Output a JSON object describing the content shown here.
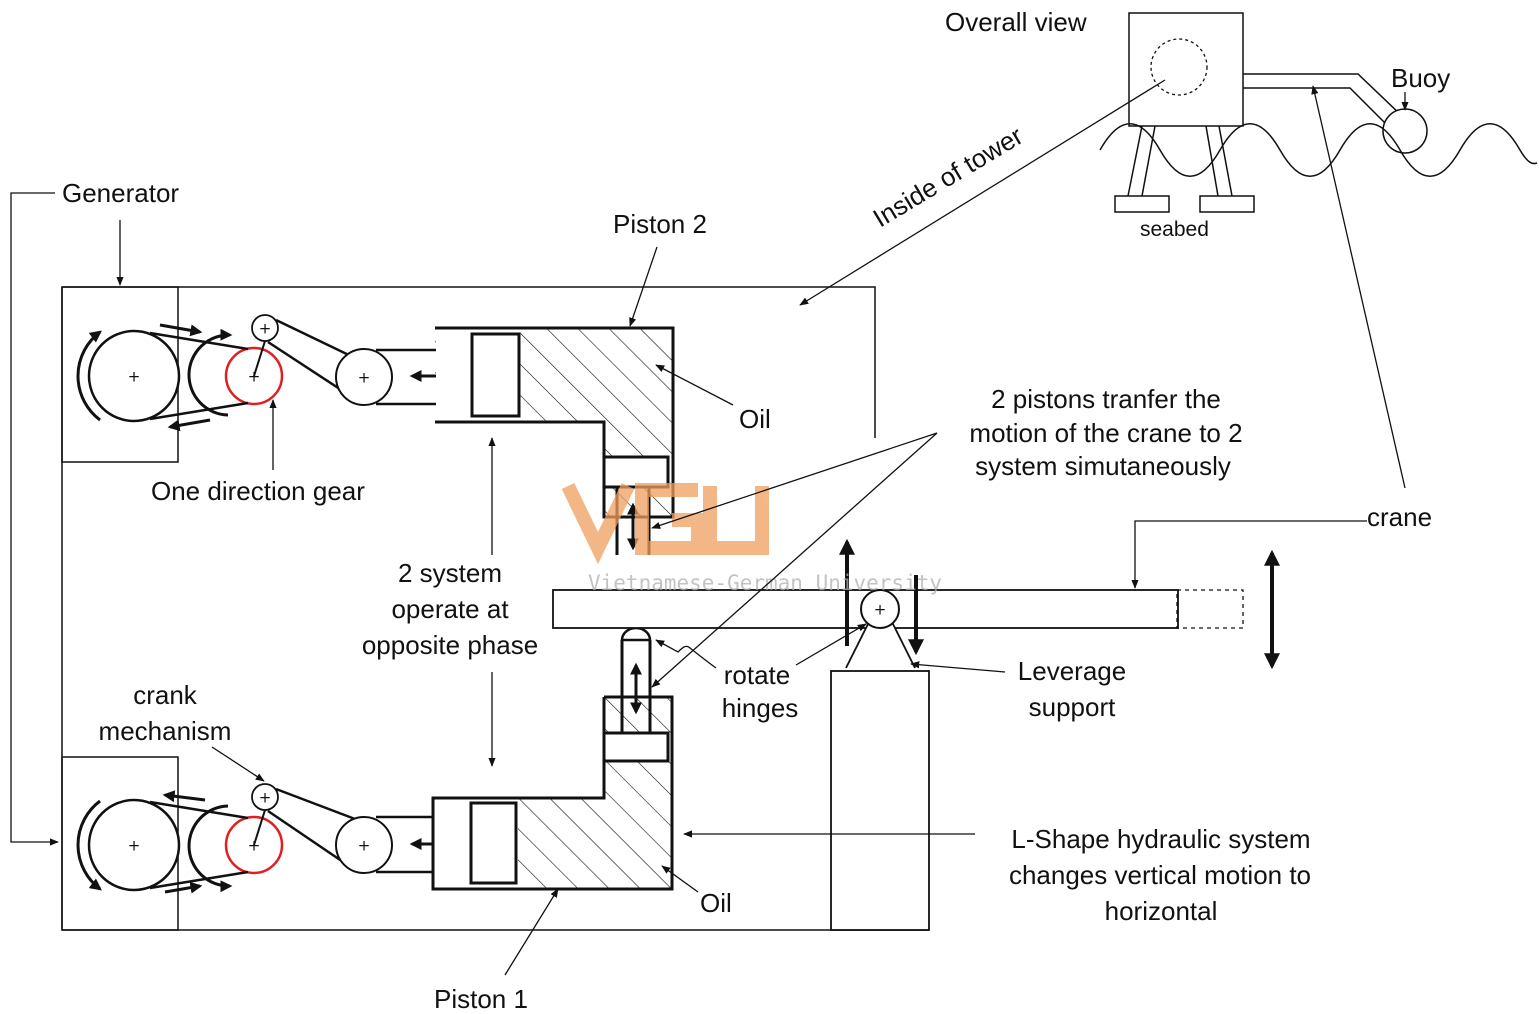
{
  "labels": {
    "overall_view": "Overall view",
    "buoy": "Buoy",
    "seabed": "seabed",
    "inside_of_tower": "Inside of tower",
    "generator": "Generator",
    "piston_2": "Piston 2",
    "piston_1": "Piston 1",
    "oil_top": "Oil",
    "oil_bottom": "Oil",
    "one_direction_gear": "One direction gear",
    "pistons_transfer": [
      "2 pistons tranfer the",
      "motion of the crane to 2",
      "system simutaneously"
    ],
    "crane": "crane",
    "opposite_phase": [
      "2 system",
      "operate at",
      "opposite phase"
    ],
    "crank_mechanism": [
      "crank",
      "mechanism"
    ],
    "rotate_hinges": [
      "rotate",
      "hinges"
    ],
    "leverage_support": [
      "Leverage",
      "support"
    ],
    "l_shape": [
      "L-Shape hydraulic system",
      "changes vertical motion to",
      "horizontal"
    ]
  },
  "watermark": {
    "logo": "VGU",
    "subtitle": "Vietnamese-German University",
    "color": "#f0a060"
  },
  "colors": {
    "line": "#111111",
    "gear_highlight": "#e02020"
  }
}
